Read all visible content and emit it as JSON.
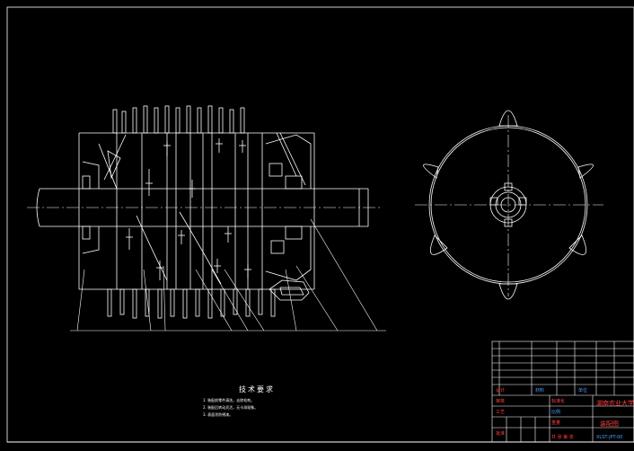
{
  "notes": {
    "title": "技术要求",
    "items": [
      "1. 装配前零件清洗，去除毛刺。",
      "2. 装配后转动灵活，无卡滞现象。",
      "3. 表面涂防锈漆。"
    ]
  },
  "title_block": {
    "school": "湖南农业大学",
    "drawing_name": "装配图",
    "code": "XLST-JPT-00",
    "designer_label": "设计",
    "checker_label": "审核",
    "approve_label": "批准",
    "process_label": "工艺",
    "standard_label": "标准化",
    "scale_label": "比例",
    "weight_label": "重量",
    "sheet_label": "共 张 第 张",
    "material_label": "材料",
    "unit_label": "单位"
  },
  "colors": {
    "line": "#ffffff",
    "title_block_text": "#ff4040",
    "title_block_blue": "#4aa3ff",
    "accent": "#00ffff"
  }
}
